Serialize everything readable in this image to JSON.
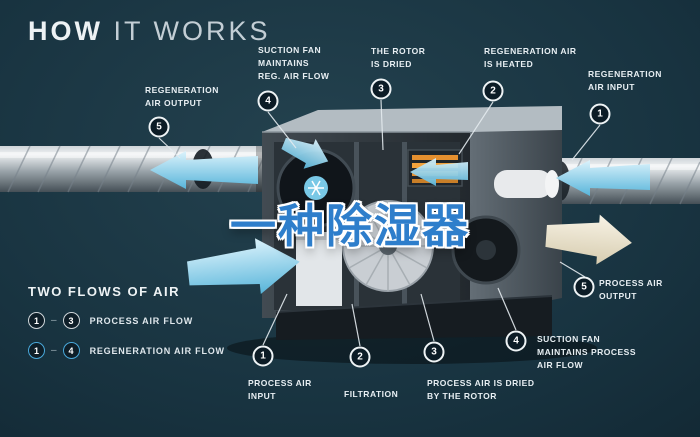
{
  "title": {
    "word1": "HOW",
    "word2": "IT WORKS"
  },
  "watermark": "一种除湿器",
  "callouts": {
    "reg_air_output": {
      "num": "5",
      "label": "REGENERATION\nAIR OUTPUT"
    },
    "suction_fan_reg": {
      "num": "4",
      "label": "SUCTION FAN\nMAINTAINS\nREG. AIR FLOW"
    },
    "rotor_dried": {
      "num": "3",
      "label": "THE ROTOR\nIS DRIED"
    },
    "reg_air_heated": {
      "num": "2",
      "label": "REGENERATION AIR\nIS HEATED"
    },
    "reg_air_input": {
      "num": "1",
      "label": "REGENERATION\nAIR INPUT"
    },
    "process_air_output": {
      "num": "5",
      "label": "PROCESS AIR\nOUTPUT"
    },
    "suction_fan_process": {
      "num": "4",
      "label": "SUCTION FAN\nMAINTAINS PROCESS\nAIR FLOW"
    },
    "process_air_dried": {
      "num": "3",
      "label": "PROCESS AIR IS DRIED\nBY THE ROTOR"
    },
    "filtration": {
      "num": "2",
      "label": "FILTRATION"
    },
    "process_air_input": {
      "num": "1",
      "label": "PROCESS AIR\nINPUT"
    }
  },
  "legend": {
    "title": "TWO FLOWS OF AIR",
    "separator": "–",
    "rows": [
      {
        "from": "1",
        "to": "3",
        "label": "PROCESS AIR FLOW"
      },
      {
        "from": "1",
        "to": "4",
        "label": "REGENERATION AIR FLOW"
      }
    ]
  },
  "colors": {
    "background": "#183340",
    "arrow_blue": "#7fcbe8",
    "arrow_cream": "#ead9b8",
    "heater_orange": "#e08a2c",
    "watermark_blue": "#2e7ecb",
    "badge_outline": "#eef3f5"
  }
}
